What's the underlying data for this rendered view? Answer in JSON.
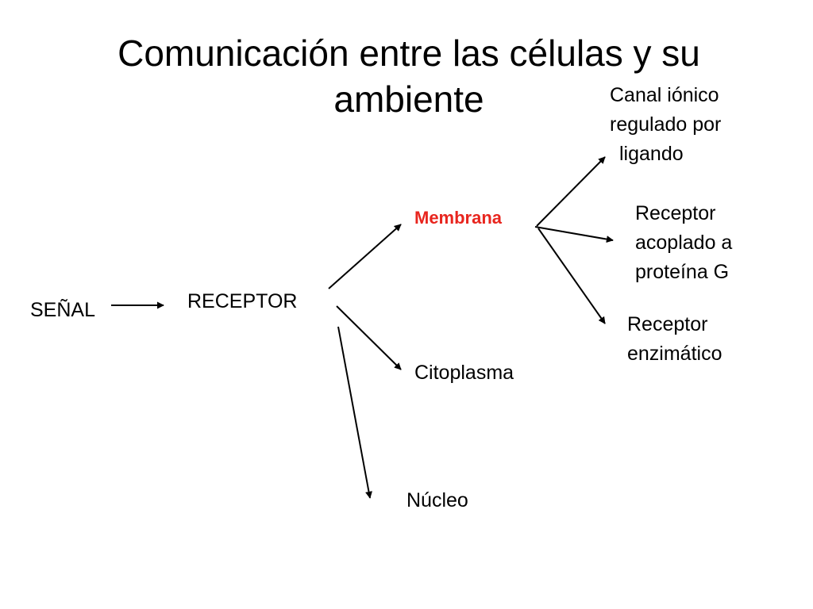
{
  "title": {
    "line1": "Comunicación entre las células y su",
    "line2": "ambiente"
  },
  "nodes": {
    "signal": "SEÑAL",
    "receptor": "RECEPTOR",
    "membrane": "Membrana",
    "cytoplasm": "Citoplasma",
    "nucleus": "Núcleo",
    "ion_channel": [
      "Canal iónico",
      "regulado por",
      "ligando"
    ],
    "g_protein": [
      "Receptor",
      "acoplado a",
      "proteína G"
    ],
    "enzymatic": [
      "Receptor",
      "enzimático"
    ]
  },
  "colors": {
    "membrane": "#e8251e",
    "text": "#000000",
    "arrow": "#000000"
  }
}
